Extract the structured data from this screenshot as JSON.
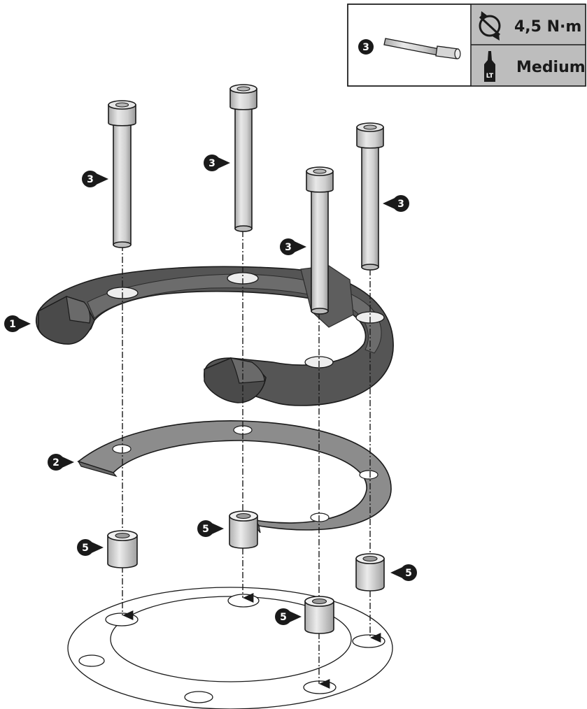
{
  "legend": {
    "part_number": "3",
    "torque": "4,5 N·m",
    "threadlock": "Medium",
    "threadlock_icon_text": "LT"
  },
  "callouts": {
    "bracket": "1",
    "shim": "2",
    "bolt_a": "3",
    "bolt_b": "3",
    "bolt_c": "3",
    "bolt_d": "3",
    "spacer_a": "5",
    "spacer_b": "5",
    "spacer_c": "5",
    "spacer_d": "5"
  },
  "colors": {
    "bracket_fill": "#555555",
    "bracket_edge": "#3a3a3a",
    "shim_fill": "#8c8c8c",
    "bolt_fill": "#d4d4d4",
    "spacer_fill": "#d8d8d8",
    "legend_bg": "#bdbdbd",
    "callout_bg": "#1a1a1a"
  }
}
